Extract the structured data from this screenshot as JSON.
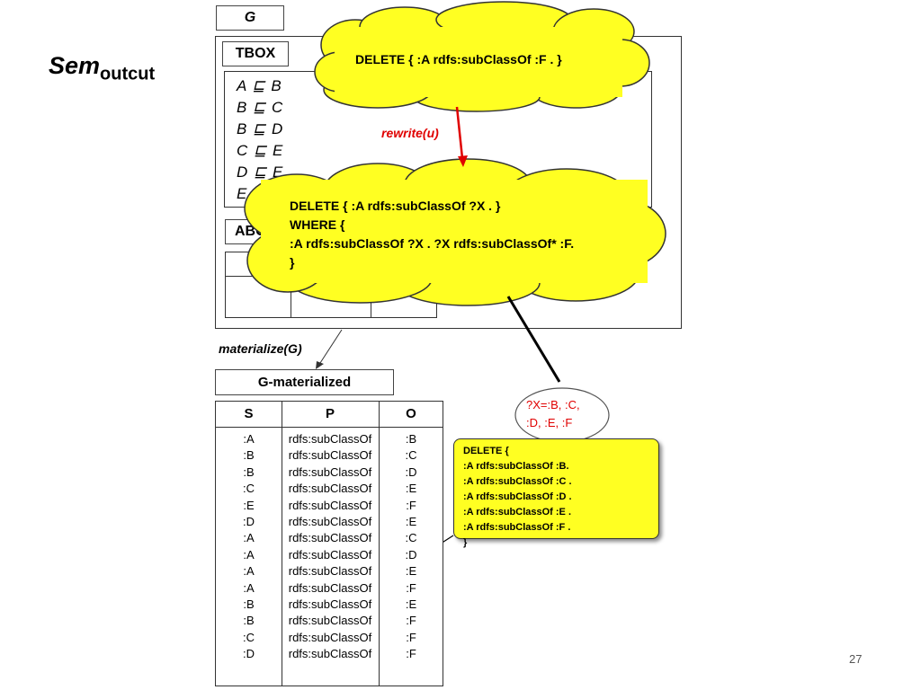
{
  "title": {
    "main": "Sem",
    "subscript": "outcut"
  },
  "g_label": "G",
  "tbox_label": "TBOX",
  "tbox_lines": [
    "A ⊑ B",
    "B ⊑ C",
    "B ⊑ D",
    "C ⊑ E",
    "D ⊑ E",
    "E ⊑ F"
  ],
  "abox_label": "ABOX",
  "cloud_top": {
    "text": "DELETE { :A rdfs:subClassOf  :F . }"
  },
  "rewrite_label": {
    "fn": "rewrite",
    "arg": "u"
  },
  "cloud_mid": {
    "lines": [
      "DELETE { :A rdfs:subClassOf  ?X . }",
      "WHERE {",
      ":A rdfs:subClassOf ?X . ?X rdfs:subClassOf* :F.",
      "}"
    ]
  },
  "materialize_label": {
    "fn": "materialize",
    "arg": "G"
  },
  "g_materialized_label": "G-materialized",
  "table": {
    "headers": [
      "S",
      "P",
      "O"
    ],
    "rows": [
      [
        ":A",
        "rdfs:subClassOf",
        ":B"
      ],
      [
        ":B",
        "rdfs:subClassOf",
        ":C"
      ],
      [
        ":B",
        "rdfs:subClassOf",
        ":D"
      ],
      [
        ":C",
        "rdfs:subClassOf",
        ":E"
      ],
      [
        ":E",
        "rdfs:subClassOf",
        ":F"
      ],
      [
        ":D",
        "rdfs:subClassOf",
        ":E"
      ],
      [
        ":A",
        "rdfs:subClassOf",
        ":C"
      ],
      [
        ":A",
        "rdfs:subClassOf",
        ":D"
      ],
      [
        ":A",
        "rdfs:subClassOf",
        ":E"
      ],
      [
        ":A",
        "rdfs:subClassOf",
        ":F"
      ],
      [
        ":B",
        "rdfs:subClassOf",
        ":E"
      ],
      [
        ":B",
        "rdfs:subClassOf",
        ":F"
      ],
      [
        ":C",
        "rdfs:subClassOf",
        ":F"
      ],
      [
        ":D",
        "rdfs:subClassOf",
        ":F"
      ]
    ]
  },
  "bindings": {
    "lines": [
      "?X=:B, :C,",
      ":D, :E, :F"
    ]
  },
  "delete_card": {
    "lines": [
      "DELETE {",
      ":A rdfs:subClassOf :B.",
      ":A rdfs:subClassOf :C .",
      ":A rdfs:subClassOf :D .",
      ":A rdfs:subClassOf :E .",
      ":A rdfs:subClassOf :F .",
      "}"
    ]
  },
  "page_number": "27",
  "colors": {
    "cloud": "#ffff22",
    "arrow_red": "#e00000",
    "card": "#ffff22"
  }
}
